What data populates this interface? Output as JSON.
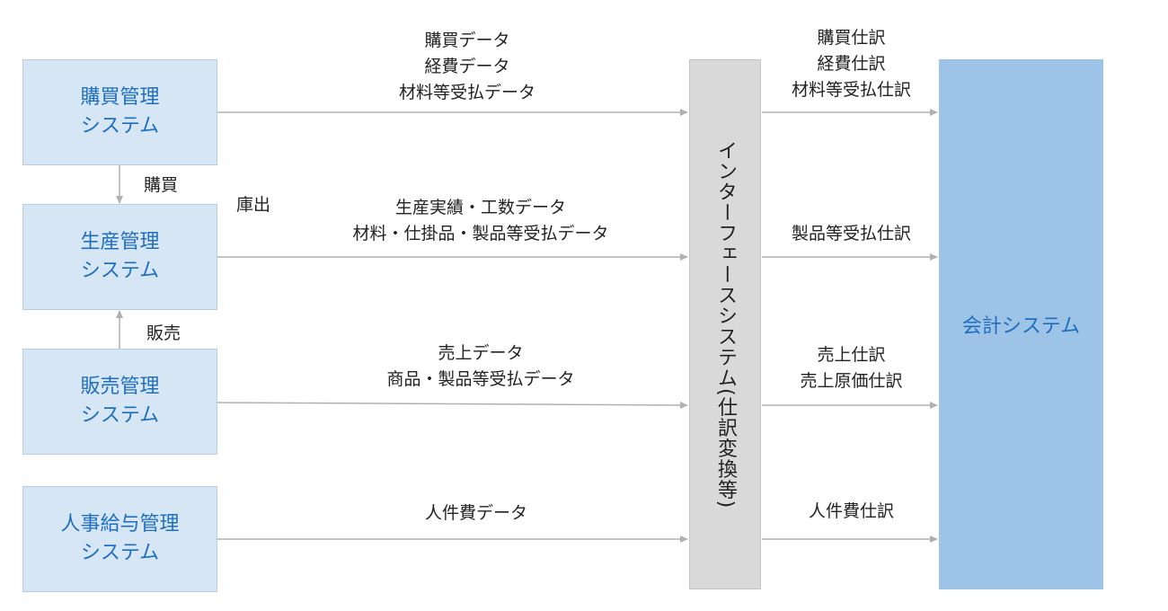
{
  "source_systems": {
    "purchasing": {
      "line1": "購買管理",
      "line2": "システム"
    },
    "production": {
      "line1": "生産管理",
      "line2": "システム"
    },
    "sales": {
      "line1": "販売管理",
      "line2": "システム"
    },
    "hr_payroll": {
      "line1": "人事給与管理",
      "line2": "システム"
    }
  },
  "interface_system": {
    "label": "インターフェースシステム(仕訳変換等)"
  },
  "accounting_system": {
    "label": "会計システム"
  },
  "side_labels": {
    "purchase": "購買",
    "shipping": "庫出",
    "sales": "販売"
  },
  "data_flows": {
    "purchasing": [
      "購買データ",
      "経費データ",
      "材料等受払データ"
    ],
    "production": [
      "生産実績・工数データ",
      "材料・仕掛品・製品等受払データ"
    ],
    "sales": [
      "売上データ",
      "商品・製品等受払データ"
    ],
    "hr_payroll": [
      "人件費データ"
    ]
  },
  "journal_flows": {
    "purchasing": [
      "購買仕訳",
      "経費仕訳",
      "材料等受払仕訳"
    ],
    "production": [
      "製品等受払仕訳"
    ],
    "sales": [
      "売上仕訳",
      "売上原価仕訳"
    ],
    "hr_payroll": [
      "人件費仕訳"
    ]
  }
}
